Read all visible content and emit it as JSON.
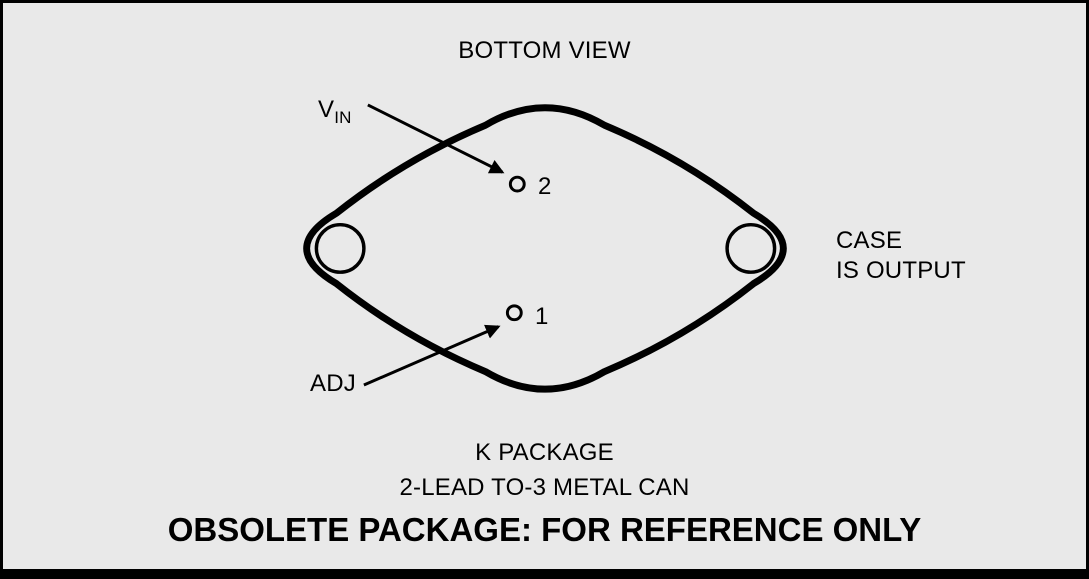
{
  "labels": {
    "bottom_view": "BOTTOM VIEW",
    "vin_main": "V",
    "vin_sub": "IN",
    "pin2": "2",
    "pin1": "1",
    "adj": "ADJ",
    "case_line1": "CASE",
    "case_line2": "IS OUTPUT",
    "package_name": "K PACKAGE",
    "package_desc": "2-LEAD TO-3 METAL CAN",
    "obsolete_note": "OBSOLETE PACKAGE: FOR REFERENCE ONLY"
  },
  "colors": {
    "background": "#e9e9e9",
    "line": "#000000"
  }
}
